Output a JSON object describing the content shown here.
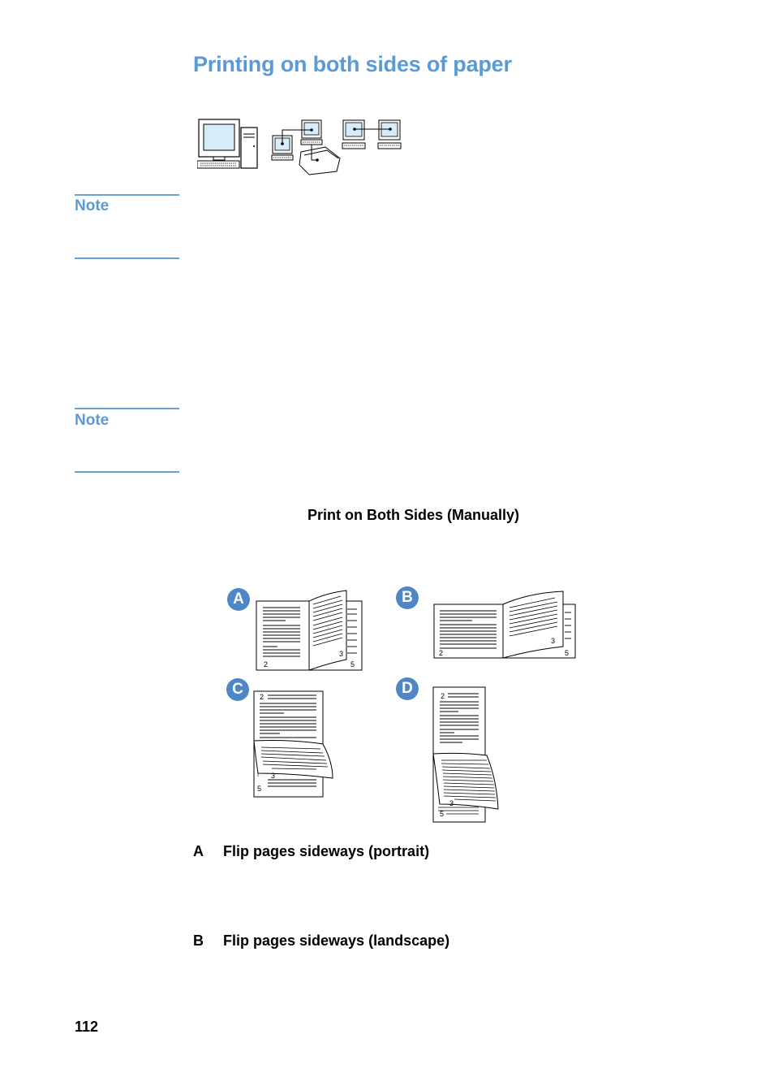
{
  "page": {
    "title": "Printing on both sides of paper",
    "notes": [
      "Note",
      "Note"
    ],
    "figure_caption": "Print on Both Sides (Manually)",
    "badges": [
      "A",
      "B",
      "C",
      "D"
    ],
    "list": [
      {
        "letter": "A",
        "label": "Flip pages sideways (portrait)"
      },
      {
        "letter": "B",
        "label": "Flip pages sideways (landscape)"
      }
    ],
    "page_number": "112"
  },
  "illustration": {
    "page_labels": {
      "left": "2",
      "right": "3",
      "back": "5"
    }
  },
  "colors": {
    "heading_blue": "#5b9bd5",
    "rule_blue": "#6a9fd4",
    "badge_blue": "#4f86c6",
    "screen_blue": "#d6ecf8"
  }
}
